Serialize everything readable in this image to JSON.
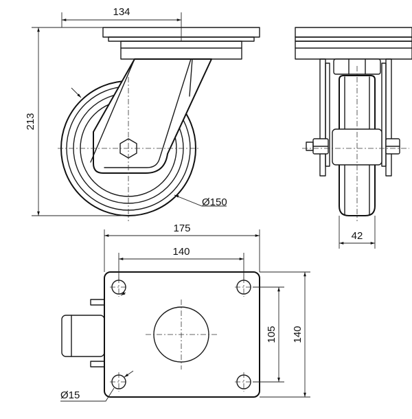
{
  "dimensions": {
    "mount_width": "134",
    "total_height": "213",
    "wheel_diameter": "Ø150",
    "wheel_width": "42",
    "plate_width": "175",
    "hole_spacing_x": "140",
    "hole_spacing_y": "105",
    "plate_height": "140",
    "hole_diameter": "Ø15"
  },
  "colors": {
    "line": "#1a1a1a",
    "background": "#ffffff"
  }
}
